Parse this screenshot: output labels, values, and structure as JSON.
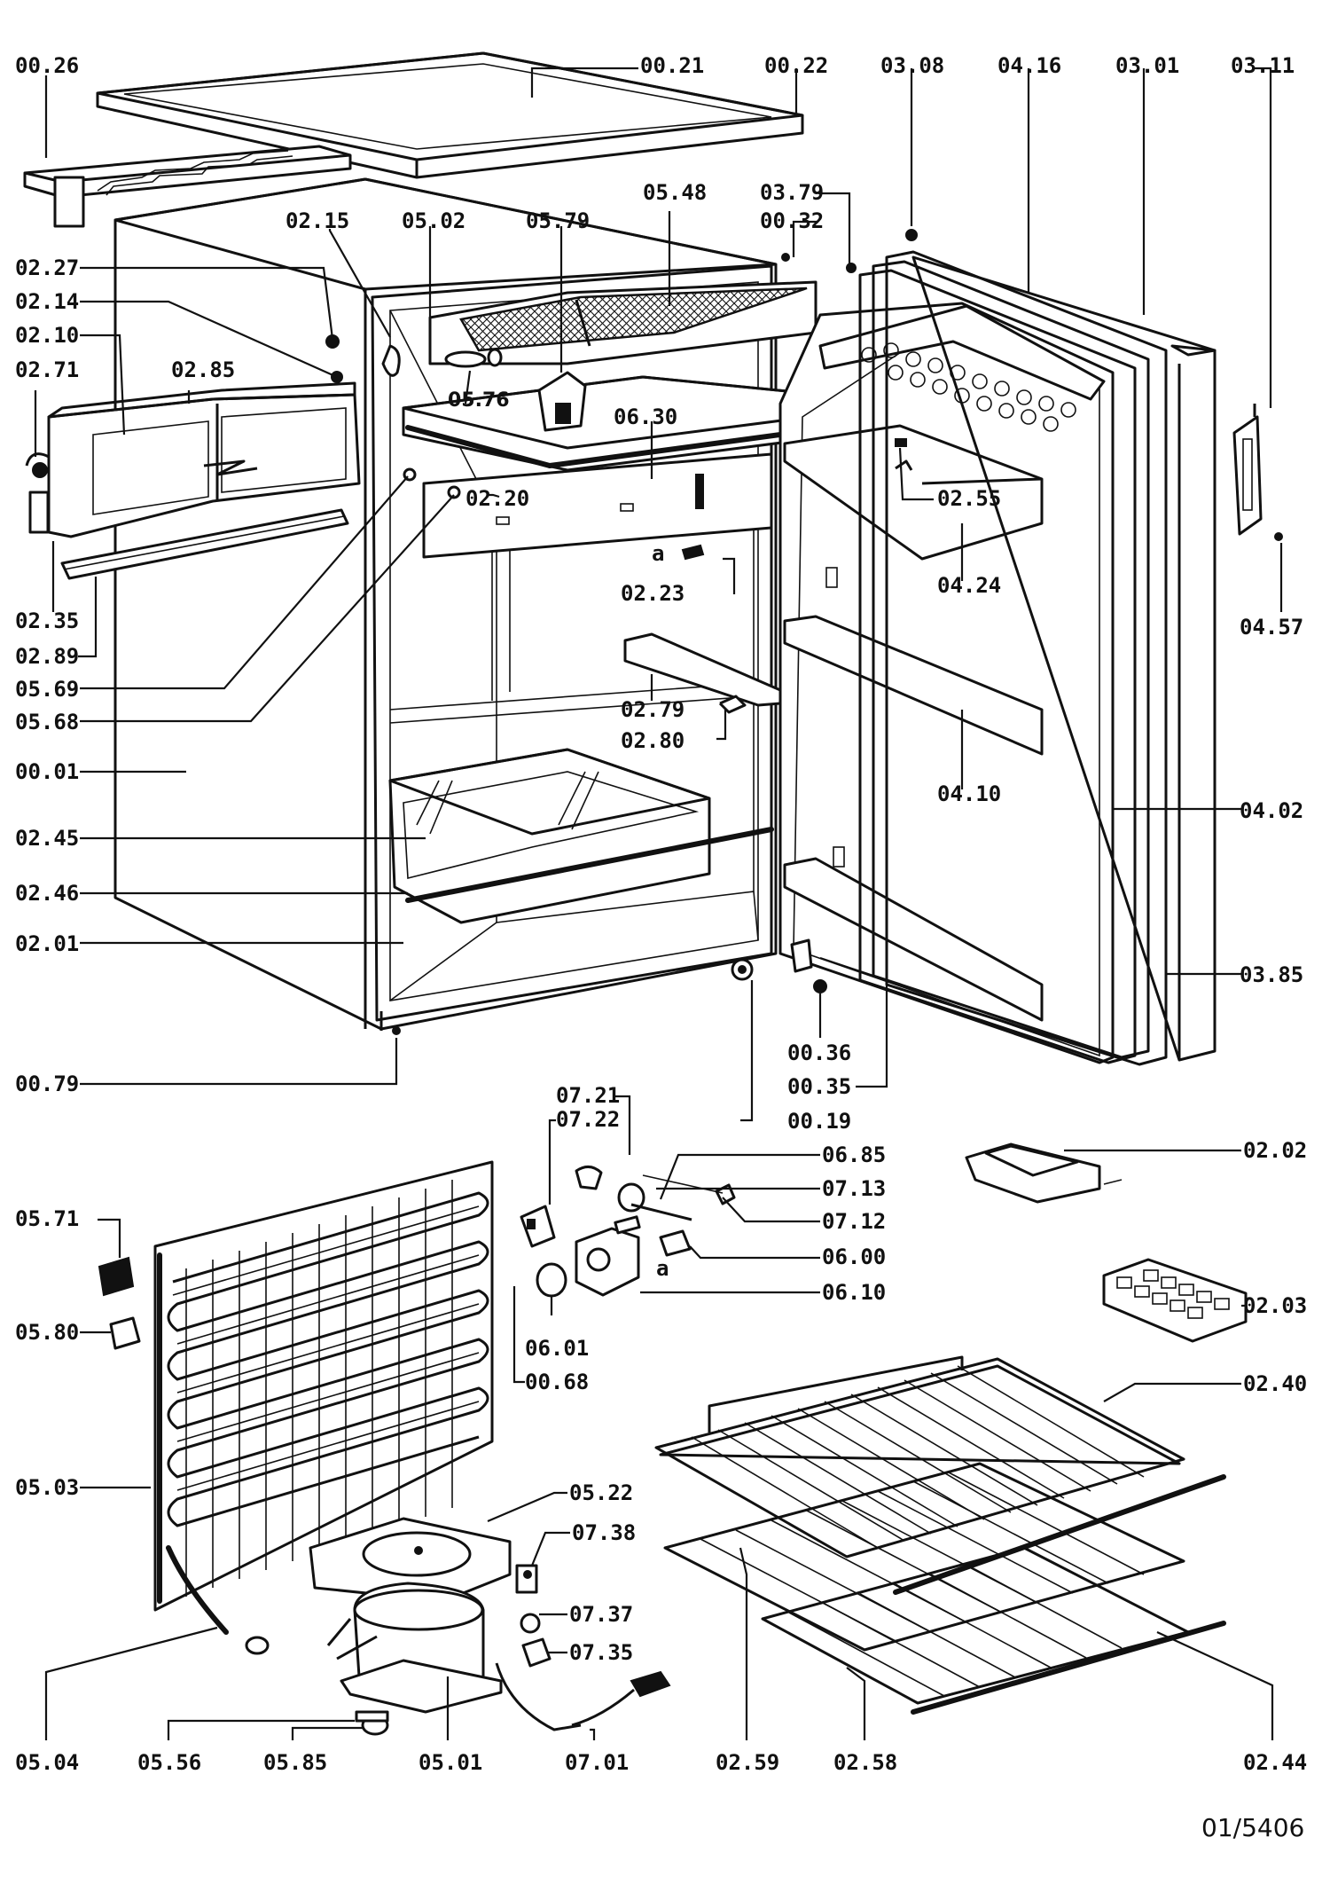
{
  "diagram": {
    "reference_number": "01/5406",
    "connector_marks": [
      "a",
      "a"
    ],
    "part_labels": [
      "00.26",
      "00.21",
      "00.22",
      "03.08",
      "04.16",
      "03.01",
      "03.11",
      "02.15",
      "05.02",
      "05.79",
      "05.48",
      "03.79",
      "00.32",
      "02.27",
      "02.14",
      "02.10",
      "02.71",
      "02.85",
      "05.76",
      "06.30",
      "02.55",
      "02.20",
      "04.24",
      "02.23",
      "04.57",
      "02.35",
      "02.89",
      "05.69",
      "05.68",
      "02.79",
      "02.80",
      "00.01",
      "04.10",
      "04.02",
      "02.45",
      "02.46",
      "02.01",
      "03.85",
      "00.36",
      "00.35",
      "00.79",
      "00.19",
      "07.21",
      "07.22",
      "06.85",
      "02.02",
      "07.13",
      "07.12",
      "05.71",
      "06.00",
      "06.10",
      "05.80",
      "02.03",
      "06.01",
      "00.68",
      "02.40",
      "05.03",
      "05.22",
      "07.38",
      "07.37",
      "07.35",
      "05.04",
      "05.56",
      "05.85",
      "05.01",
      "07.01",
      "02.59",
      "02.58",
      "02.44"
    ]
  }
}
